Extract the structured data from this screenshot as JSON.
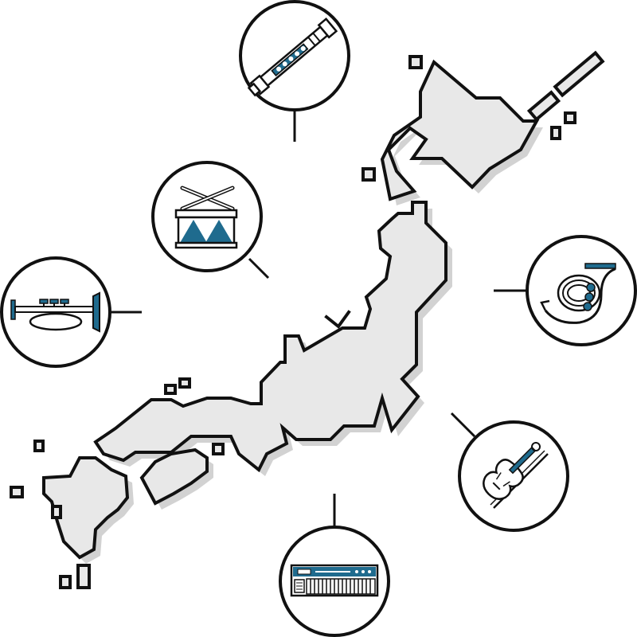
{
  "colors": {
    "outline": "#111111",
    "land_fill": "#e8e8e8",
    "land_shadow": "#d2d2d2",
    "accent": "#1f6b8e",
    "background": "#ffffff"
  },
  "map": {
    "subject": "japan-map-outline"
  },
  "instruments": [
    {
      "id": "shakuhachi",
      "icon": "shakuhachi-flute-icon"
    },
    {
      "id": "drum",
      "icon": "drum-with-sticks-icon"
    },
    {
      "id": "bugle",
      "icon": "bugle-trumpet-icon"
    },
    {
      "id": "horn",
      "icon": "french-horn-icon"
    },
    {
      "id": "violin",
      "icon": "violin-with-bow-icon"
    },
    {
      "id": "keyboard",
      "icon": "electronic-keyboard-icon"
    }
  ]
}
